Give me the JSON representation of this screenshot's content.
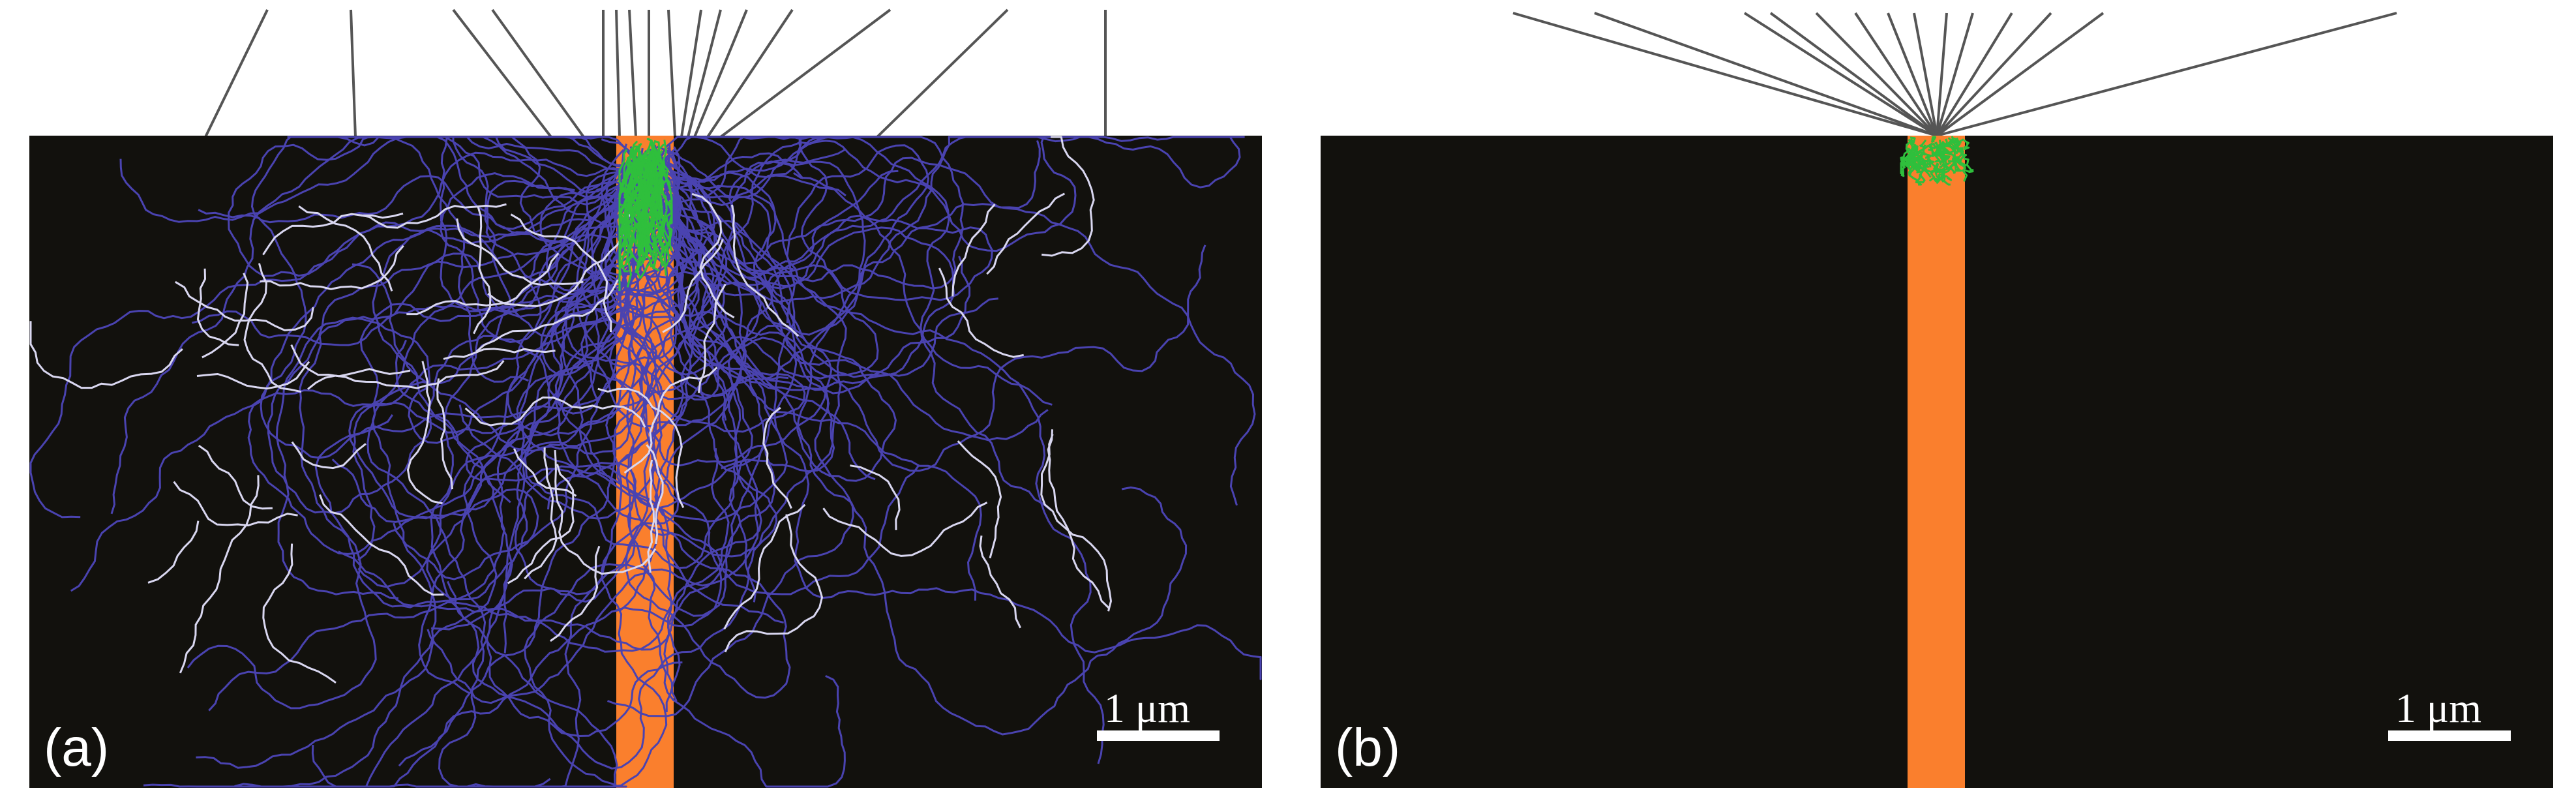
{
  "panels": [
    {
      "id": "a",
      "label": "(a)",
      "scalebar": "1 μm",
      "colors": {
        "background": "#12110d",
        "fiber": "#fa7f2d",
        "primary_tracks": "#4a43b0",
        "secondary_tracks": "#d9d7f0",
        "core_tracks": "#2fbf3c",
        "incident_beams": "#555555"
      }
    },
    {
      "id": "b",
      "label": "(b)",
      "scalebar": "1 μm",
      "colors": {
        "background": "#12110d",
        "fiber": "#fa7f2d",
        "core_tracks": "#2fbf3c",
        "incident_beams": "#555555"
      }
    }
  ]
}
